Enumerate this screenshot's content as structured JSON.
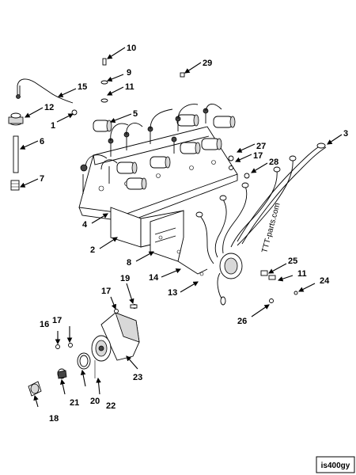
{
  "watermark": "TTT-parts.com",
  "figure_id": "is400gy",
  "callouts": [
    "1",
    "2",
    "3",
    "4",
    "5",
    "6",
    "7",
    "8",
    "9",
    "10",
    "11",
    "12",
    "13",
    "14",
    "15",
    "16",
    "17",
    "18",
    "19",
    "20",
    "21",
    "22",
    "23",
    "24",
    "25",
    "26",
    "27",
    "28",
    "29"
  ],
  "extra_callouts": [
    "11",
    "17",
    "17"
  ]
}
